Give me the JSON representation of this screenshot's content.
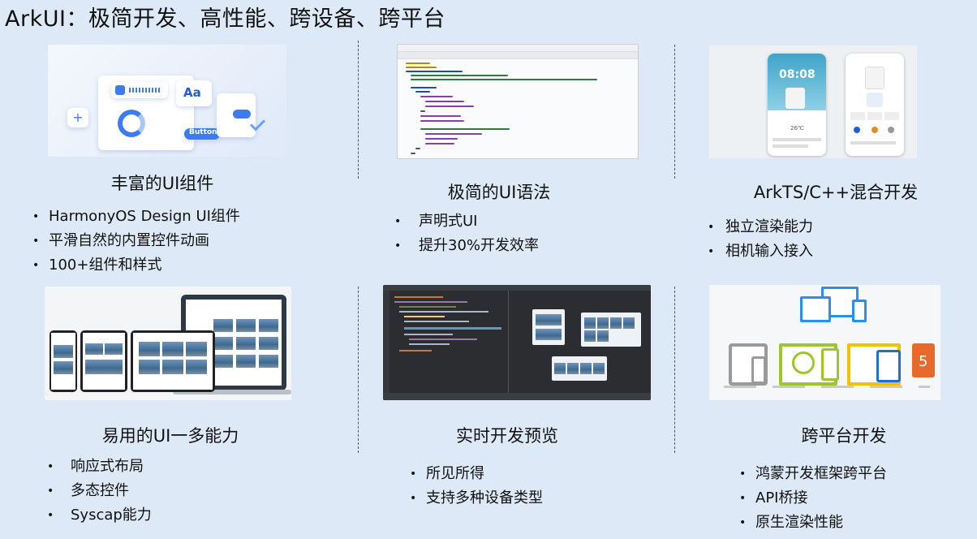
{
  "title": "ArkUI：极简开发、高性能、跨设备、跨平台",
  "sections": [
    {
      "caption": "丰富的UI组件",
      "image_icon": "ui-components-illustration",
      "image_text": {
        "aa": "Aa",
        "button": "Button"
      },
      "bullets": [
        "HarmonyOS Design UI组件",
        "平滑自然的内置控件动画",
        "100+组件和样式"
      ]
    },
    {
      "caption": "极简的UI语法",
      "image_icon": "code-editor-screenshot",
      "bullets": [
        "声明式UI",
        "提升30%开发效率"
      ]
    },
    {
      "caption": "ArkTS/C++混合开发",
      "image_icon": "phone-app-screenshot",
      "image_text": {
        "clock": "08:08",
        "temp": "26℃"
      },
      "bullets": [
        "独立渲染能力",
        "相机输入接入"
      ]
    },
    {
      "caption": "易用的UI一多能力",
      "image_icon": "multi-device-layout-illustration",
      "bullets": [
        "响应式布局",
        "多态控件",
        "Syscap能力"
      ]
    },
    {
      "caption": "实时开发预览",
      "image_icon": "ide-preview-screenshot",
      "bullets": [
        "所见所得",
        "支持多种设备类型"
      ]
    },
    {
      "caption": "跨平台开发",
      "image_icon": "cross-platform-illustration",
      "image_text": {
        "html5_digit": "5"
      },
      "bullets": [
        "鸿蒙开发框架跨平台",
        "API桥接",
        "原生渲染性能"
      ]
    }
  ]
}
